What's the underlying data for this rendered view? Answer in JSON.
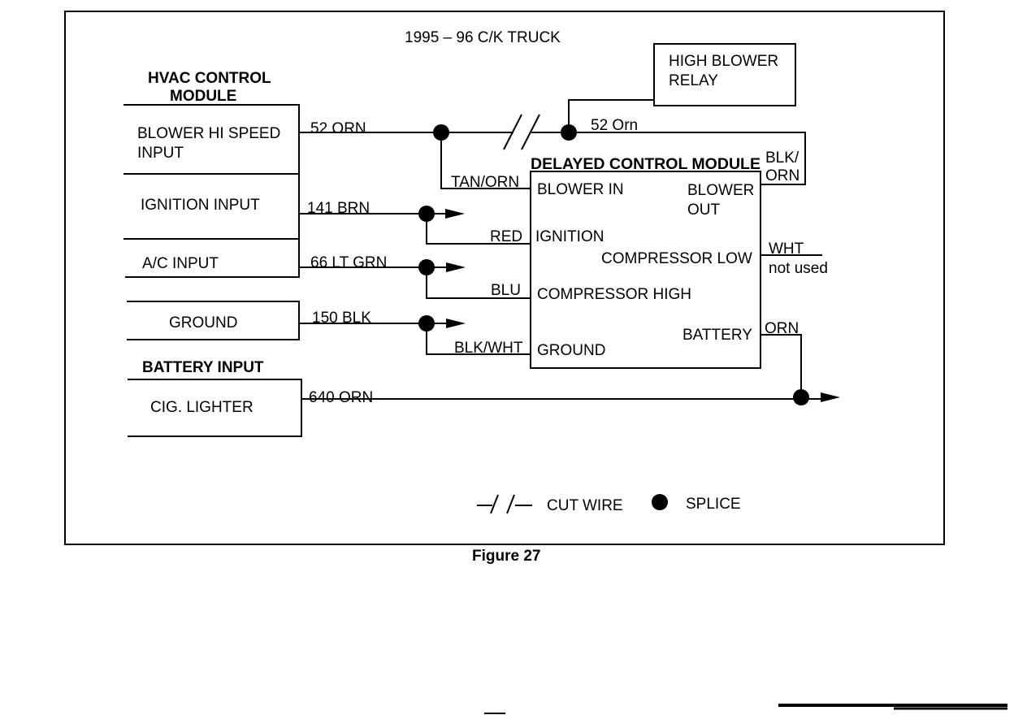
{
  "title": "1995 – 96  C/K TRUCK",
  "figure_caption": "Figure 27",
  "hvac": {
    "header_line1": "HVAC CONTROL",
    "header_line2": "MODULE",
    "blower_hi_line1": "BLOWER  HI SPEED",
    "blower_hi_line2": "INPUT",
    "ignition": "IGNITION INPUT",
    "ac": "A/C INPUT",
    "ground": "GROUND"
  },
  "battery": {
    "header": "BATTERY INPUT",
    "cig": "CIG. LIGHTER"
  },
  "relay": {
    "line1": "HIGH BLOWER",
    "line2": "RELAY"
  },
  "dcm": {
    "title": "DELAYED CONTROL MODULE",
    "blower_in": "BLOWER IN",
    "blower_out_line1": "BLOWER",
    "blower_out_line2": "OUT",
    "ignition": "IGNITION",
    "compressor_low": "COMPRESSOR LOW",
    "compressor_high": "COMPRESSOR HIGH",
    "battery": "BATTERY",
    "ground": "GROUND"
  },
  "wires": {
    "w52": "52 ORN",
    "w52b": "52 Orn",
    "tan": "TAN/ORN",
    "blk_orn1": "BLK/",
    "blk_orn2": "ORN",
    "w141": "141 BRN",
    "red": "RED",
    "w66": "66 LT GRN",
    "blu": "BLU",
    "w150": "150 BLK",
    "blkwht": "BLK/WHT",
    "w640": "640 ORN",
    "wht": "WHT",
    "not_used": "not used",
    "orn": "ORN"
  },
  "legend": {
    "cut_symbol": "—/ /—",
    "cut_label": "CUT WIRE",
    "splice_label": "SPLICE"
  }
}
